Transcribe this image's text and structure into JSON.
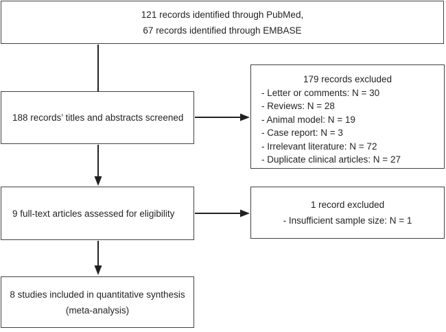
{
  "diagram": {
    "identification": {
      "line1": "121 records identified through PubMed,",
      "line2": "67 records identified through EMBASE"
    },
    "screening": {
      "label": "188 records’ titles and abstracts screened"
    },
    "excluded_screening": {
      "title": "179 records excluded",
      "items": [
        "- Letter or comments: N = 30",
        "- Reviews: N = 28",
        "- Animal model: N = 19",
        "- Case report: N = 3",
        "- Irrelevant literature: N = 72",
        "- Duplicate clinical articles: N = 27"
      ]
    },
    "eligibility": {
      "label": "9 full-text articles assessed for eligibility"
    },
    "excluded_eligibility": {
      "title": "1 record excluded",
      "items": [
        "- Insufficient sample size: N = 1"
      ]
    },
    "included": {
      "line1": "8 studies included in quantitative synthesis",
      "line2": "(meta-analysis)"
    }
  },
  "colors": {
    "line": "#231f20",
    "border": "#404040",
    "text": "#231f20",
    "background": "#ffffff"
  }
}
